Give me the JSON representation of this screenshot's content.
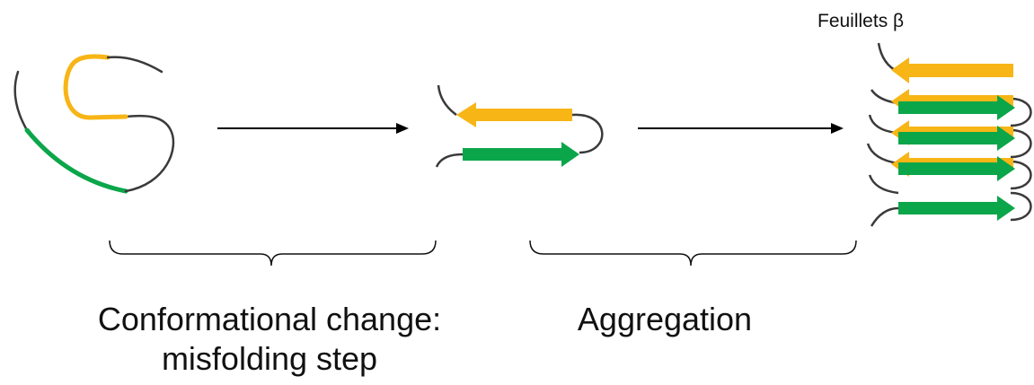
{
  "labels": {
    "beta_sheets": "Feuillets β",
    "step1_line1": "Conformational change:",
    "step1_line2": "misfolding step",
    "step2": "Aggregation"
  },
  "colors": {
    "helix_yellow": "#F7B516",
    "strand_green": "#0BA64A",
    "loop_gray": "#3a3a3a",
    "arrow_black": "#000000",
    "bracket_black": "#111111"
  },
  "stages": [
    {
      "name": "unfolded-peptide",
      "description_visible": false
    },
    {
      "name": "misfolded-hairpin",
      "description_visible": false
    },
    {
      "name": "beta-sheet-aggregate",
      "description_visible": false
    }
  ]
}
